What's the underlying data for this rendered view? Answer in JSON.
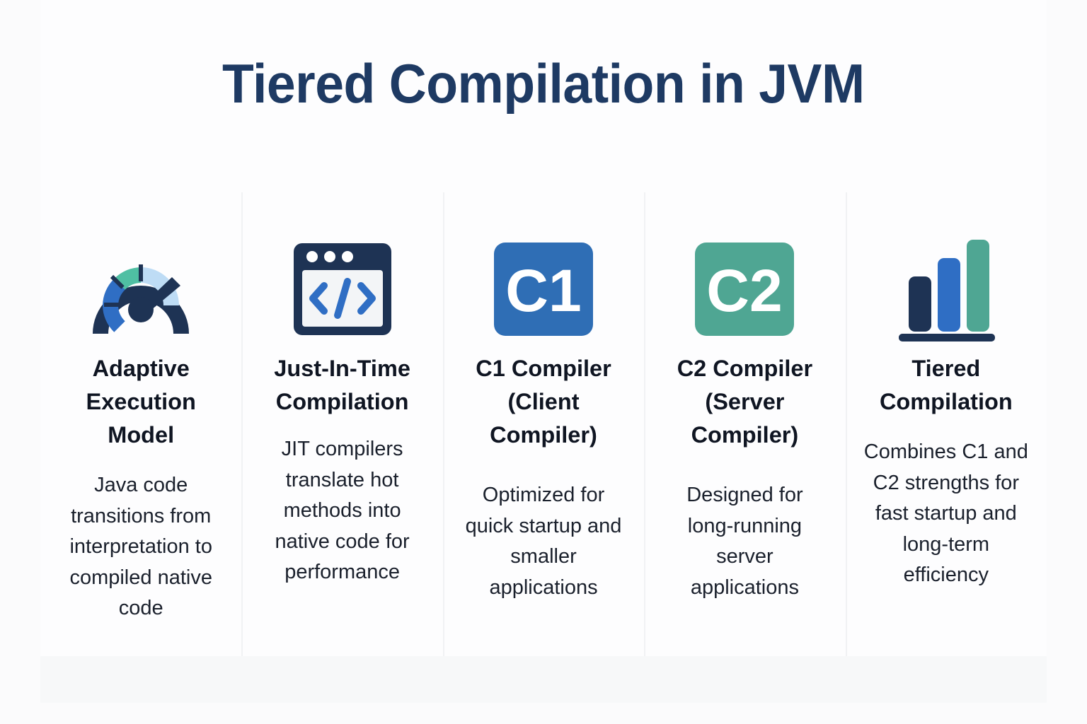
{
  "title": "Tiered Compilation in JVM",
  "colors": {
    "title_navy": "#1e3a63",
    "dark_navy": "#1e3354",
    "blue": "#2f6eb5",
    "teal_green": "#4fa693",
    "light_blue": "#bedcf5",
    "panel_bg": "#fdfdfe",
    "page_bg": "#fbfbfc",
    "divider": "#f1f2f4"
  },
  "columns": [
    {
      "icon": "gauge-icon",
      "title": "Adaptive Execution Model",
      "description": "Java code transitions from interpretation to compiled native code"
    },
    {
      "icon": "code-window-icon",
      "title": "Just-In-Time Compilation",
      "description": "JIT compilers translate hot methods into native code for performance"
    },
    {
      "icon": "c1-badge-icon",
      "icon_label": "C1",
      "title": "C1 Compiler (Client Compiler)",
      "description": "Optimized for quick startup and smaller applications"
    },
    {
      "icon": "c2-badge-icon",
      "icon_label": "C2",
      "title": "C2 Compiler (Server Compiler)",
      "description": "Designed for long-running server applications"
    },
    {
      "icon": "bar-chart-icon",
      "title": "Tiered Compilation",
      "description": "Combines C1 and C2 strengths for fast startup and long-term efficiency"
    }
  ]
}
